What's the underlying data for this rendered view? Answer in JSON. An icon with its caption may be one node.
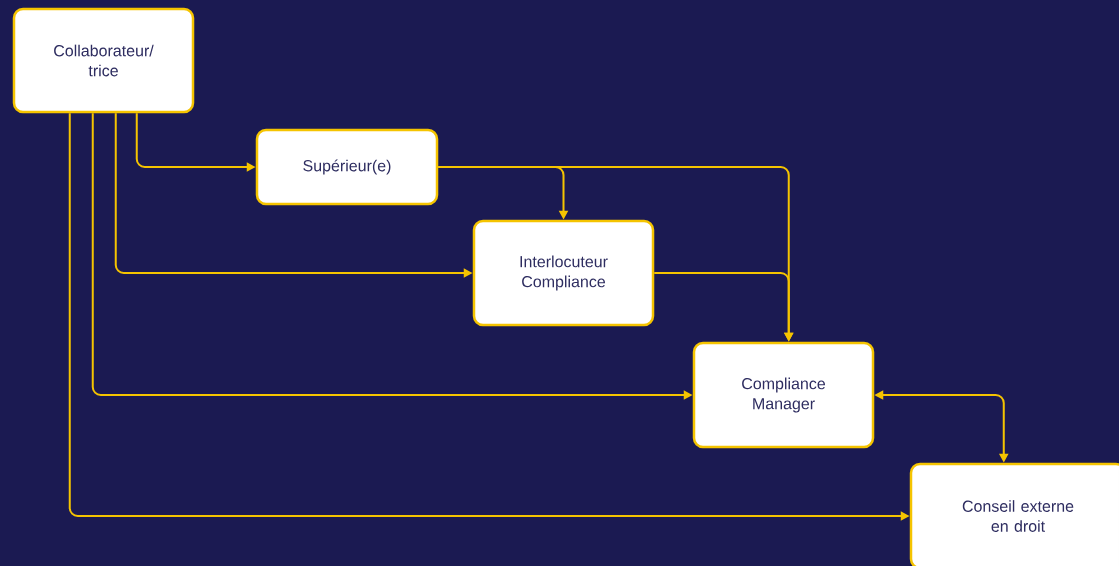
{
  "diagram": {
    "nodes": [
      {
        "text": [
          "Collaborateur/ trice"
        ]
      },
      {
        "text": [
          "Supérieur(e)"
        ]
      },
      {
        "text": [
          "Interlocuteur Compliance"
        ]
      },
      {
        "text": [
          "Compliance Manager"
        ]
      },
      {
        "text": [
          "Conseil externe en droit"
        ]
      }
    ],
    "edges": [
      {
        "from": 0,
        "to": 1,
        "arrow": "to"
      },
      {
        "from": 0,
        "to": 2,
        "arrow": "to"
      },
      {
        "from": 0,
        "to": 3,
        "arrow": "to"
      },
      {
        "from": 0,
        "to": 4,
        "arrow": "to"
      },
      {
        "from": 1,
        "to": 2,
        "arrow": "to"
      },
      {
        "from": 1,
        "to": 3,
        "arrow": "to"
      },
      {
        "from": 2,
        "to": 3,
        "arrow": "to"
      },
      {
        "from": 3,
        "to": 4,
        "arrow": "both"
      }
    ]
  }
}
